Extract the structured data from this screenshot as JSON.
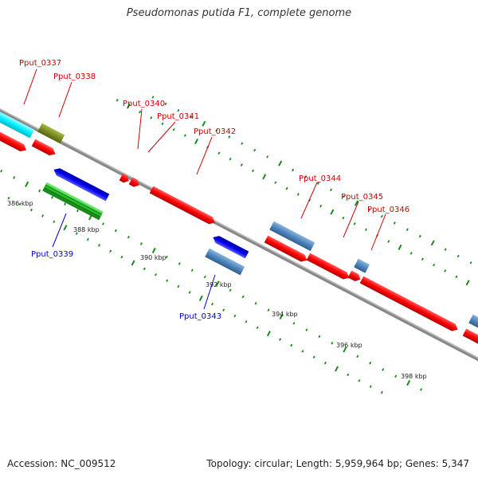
{
  "title": "Pseudomonas putida F1, complete genome",
  "footer": {
    "accession": "Accession: NC_009512",
    "summary": "Topology: circular; Length: 5,959,964 bp; Genes: 5,347"
  },
  "colors": {
    "forward_gene": "#ff0000",
    "reverse_gene": "#0000ee",
    "label_forward": "#cc0000",
    "label_reverse": "#0000cc",
    "tick": "#1a8a1a"
  },
  "scale_labels": [
    "386 kbp",
    "388 kbp",
    "390 kbp",
    "392 kbp",
    "394 kbp",
    "396 kbp",
    "398 kbp"
  ],
  "gene_labels": [
    {
      "id": "Pput_0337",
      "strand": "forward"
    },
    {
      "id": "Pput_0338",
      "strand": "forward"
    },
    {
      "id": "Pput_0339",
      "strand": "reverse"
    },
    {
      "id": "Pput_0340",
      "strand": "forward"
    },
    {
      "id": "Pput_0341",
      "strand": "forward"
    },
    {
      "id": "Pput_0342",
      "strand": "forward"
    },
    {
      "id": "Pput_0343",
      "strand": "reverse"
    },
    {
      "id": "Pput_0344",
      "strand": "forward"
    },
    {
      "id": "Pput_0345",
      "strand": "forward"
    },
    {
      "id": "Pput_0346",
      "strand": "forward"
    }
  ]
}
